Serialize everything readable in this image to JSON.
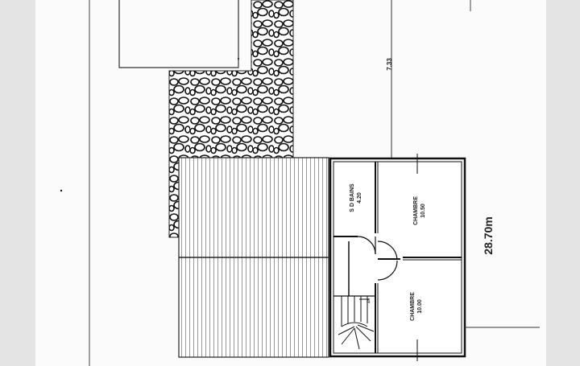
{
  "plan": {
    "dimensions": {
      "top_setback": "7.33",
      "total_length": "28.70m"
    },
    "rooms": [
      {
        "name": "S D BAINS",
        "area": "4.20"
      },
      {
        "name": "CHAMBRE",
        "area": "10.50"
      },
      {
        "name": "CHAMBRE",
        "area": "10.00"
      }
    ],
    "stair_step_number": "4"
  }
}
